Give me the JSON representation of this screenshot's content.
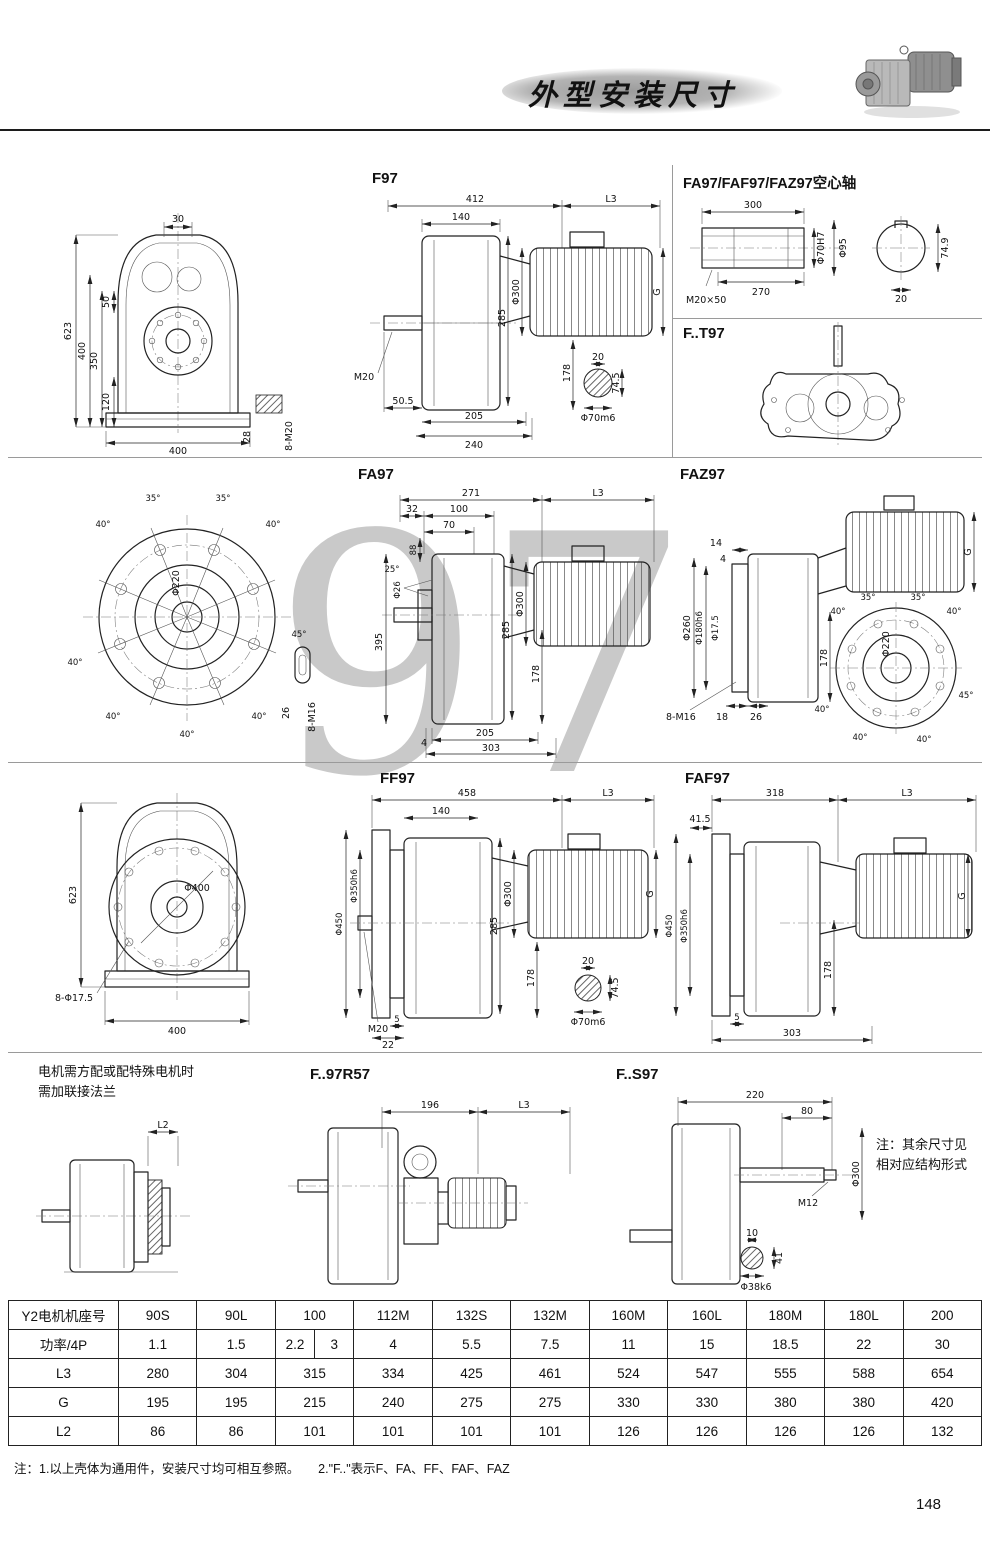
{
  "header": {
    "title": "外型安装尺寸"
  },
  "watermark": "97",
  "titles": {
    "f97": "F97",
    "hollow": "FA97/FAF97/FAZ97空心轴",
    "ft97": "F..T97",
    "fa97": "FA97",
    "faz97": "FAZ97",
    "ff97": "FF97",
    "faf97": "FAF97",
    "f97r57": "F..97R57",
    "fs97": "F..S97"
  },
  "notes": {
    "motor_note_line1": "电机需方配或配特殊电机时",
    "motor_note_line2": "需加联接法兰",
    "side_note_line1": "注：其余尺寸见",
    "side_note_line2": "相对应结构形式",
    "footer": "注：1.以上壳体为通用件，安装尺寸均可相互参照。　　2.\"F..\"表示F、FA、FF、FAF、FAZ"
  },
  "dims": {
    "front_top": {
      "d30": "30",
      "d50": "50",
      "d350": "350",
      "d400v": "400",
      "d120": "120",
      "d623": "623",
      "d400b": "400",
      "d28": "28",
      "d8m20": "8-M20"
    },
    "f97": {
      "d412": "412",
      "l3": "L3",
      "d140": "140",
      "m20": "M20",
      "d50_5": "50.5",
      "d205": "205",
      "d240": "240",
      "d285": "285",
      "d300": "Φ300",
      "d178": "178",
      "g": "G",
      "d20": "20",
      "d74_5": "74.5",
      "d70m6": "Φ70m6"
    },
    "hollow": {
      "d300": "300",
      "d270": "270",
      "m20x50": "M20×50",
      "d70h7": "Φ70H7",
      "d95": "Φ95",
      "d74_9": "74.9",
      "d20": "20"
    },
    "flange": {
      "a1": "40°",
      "a2": "35°",
      "a3": "35°",
      "a4": "40°",
      "a5": "40°",
      "a6": "45°",
      "a7": "40°",
      "a8": "40°",
      "a9": "40°",
      "d220": "Φ220",
      "d26": "26",
      "d8m16": "8-M16"
    },
    "fa97": {
      "d271": "271",
      "l3": "L3",
      "d32": "32",
      "d100": "100",
      "d70": "70",
      "d88": "88",
      "a25": "25°",
      "d26": "Φ26",
      "d395": "395",
      "d285": "285",
      "d300": "Φ300",
      "d178": "178",
      "d4": "4",
      "d205": "205",
      "d303": "303"
    },
    "faz97": {
      "d14": "14",
      "d4": "4",
      "d260": "Φ260",
      "d180h6": "Φ180h6",
      "d17_5": "Φ17.5",
      "d8m16": "8-M16",
      "d18": "18",
      "d26": "26",
      "d178": "178",
      "g": "G",
      "d220": "Φ220",
      "a1": "35°",
      "a2": "35°",
      "a3": "40°",
      "a4": "40°",
      "a5": "40°",
      "a6": "45°",
      "a7": "40°",
      "a8": "40°"
    },
    "front_bottom": {
      "d623": "623",
      "d400c": "Φ400",
      "d8_17_5": "8-Φ17.5",
      "d400": "400"
    },
    "ff97": {
      "d458": "458",
      "l3": "L3",
      "d140": "140",
      "d450": "Φ450",
      "d350h6": "Φ350h6",
      "m20": "M20",
      "d5": "5",
      "d22": "22",
      "d285": "285",
      "d300": "Φ300",
      "d178": "178",
      "g": "G",
      "d20": "20",
      "d74_5": "74.5",
      "d70m6": "Φ70m6"
    },
    "faf97": {
      "d318": "318",
      "l3": "L3",
      "d41_5": "41.5",
      "d450": "Φ450",
      "d350h6": "Φ350h6",
      "d178": "178",
      "g": "G",
      "d5": "5",
      "d303": "303"
    },
    "l2draw": {
      "l2": "L2"
    },
    "f97r57": {
      "d196": "196",
      "l3": "L3"
    },
    "fs97": {
      "d220": "220",
      "d80": "80",
      "d300": "Φ300",
      "m12": "M12",
      "d10": "10",
      "d41": "41",
      "d38k6": "Φ38k6"
    }
  },
  "table": {
    "rows": [
      {
        "label": "Y2电机机座号",
        "values": [
          "90S",
          "90L",
          "100",
          "112M",
          "132S",
          "132M",
          "160M",
          "160L",
          "180M",
          "180L",
          "200"
        ]
      },
      {
        "label": "功率/4P",
        "values": [
          "1.1",
          "1.5",
          "2.2",
          "3",
          "4",
          "5.5",
          "7.5",
          "11",
          "15",
          "18.5",
          "22",
          "30"
        ]
      },
      {
        "label": "L3",
        "values": [
          "280",
          "304",
          "315",
          "334",
          "425",
          "461",
          "524",
          "547",
          "555",
          "588",
          "654"
        ]
      },
      {
        "label": "G",
        "values": [
          "195",
          "195",
          "215",
          "240",
          "275",
          "275",
          "330",
          "330",
          "380",
          "380",
          "420"
        ]
      },
      {
        "label": "L2",
        "values": [
          "86",
          "86",
          "101",
          "101",
          "101",
          "101",
          "126",
          "126",
          "126",
          "126",
          "132"
        ]
      }
    ]
  },
  "page_number": "148"
}
